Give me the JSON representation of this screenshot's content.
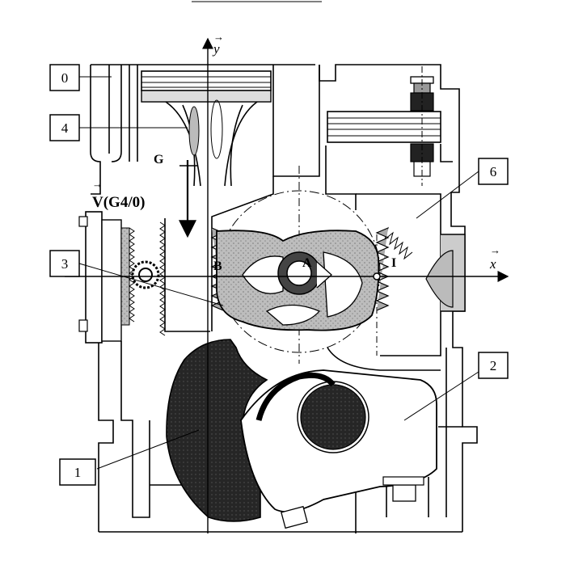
{
  "figure": {
    "part_labels": [
      "0",
      "4",
      "3",
      "1",
      "6",
      "2"
    ],
    "axes": {
      "y": "y",
      "x": "x"
    },
    "vector_label": "V(G4/0)",
    "vector_arrow_glyph": "→",
    "points": {
      "G": "G",
      "A": "A",
      "B": "B",
      "I": "I"
    }
  },
  "colors": {
    "ink": "#000000",
    "dark_fill": "#2a2a2a",
    "grey_fill": "#9a9a9a",
    "light_fill": "#c8c8c8",
    "paper": "#ffffff"
  }
}
